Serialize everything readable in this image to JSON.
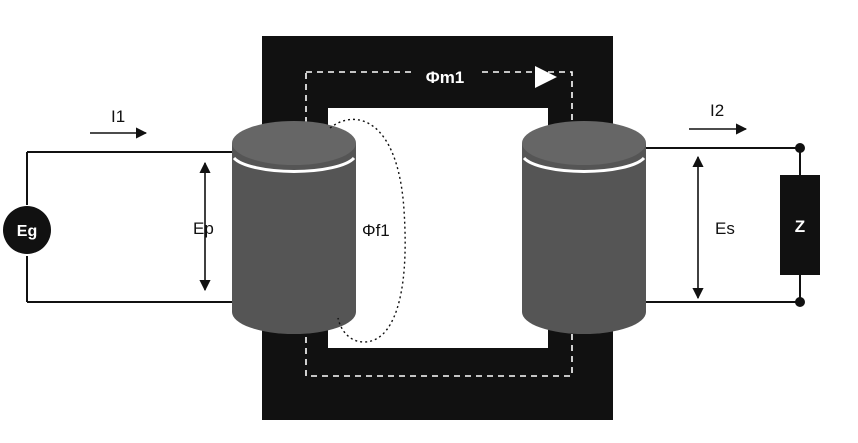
{
  "labels": {
    "current_primary": "I1",
    "current_secondary": "I2",
    "source": "Eg",
    "emf_primary": "Ep",
    "emf_secondary": "Es",
    "mutual_flux": "Φm1",
    "leakage_flux": "Φf1",
    "load": "Z"
  },
  "colors": {
    "core": "#111111",
    "coil_side": "#555555",
    "coil_top": "#666666",
    "wire": "#111111",
    "flux_line": "#ffffff"
  },
  "icons": {
    "source": "circle-source-icon",
    "load": "rectangle-impedance-icon",
    "flux_direction": "triangle-arrow-icon"
  }
}
